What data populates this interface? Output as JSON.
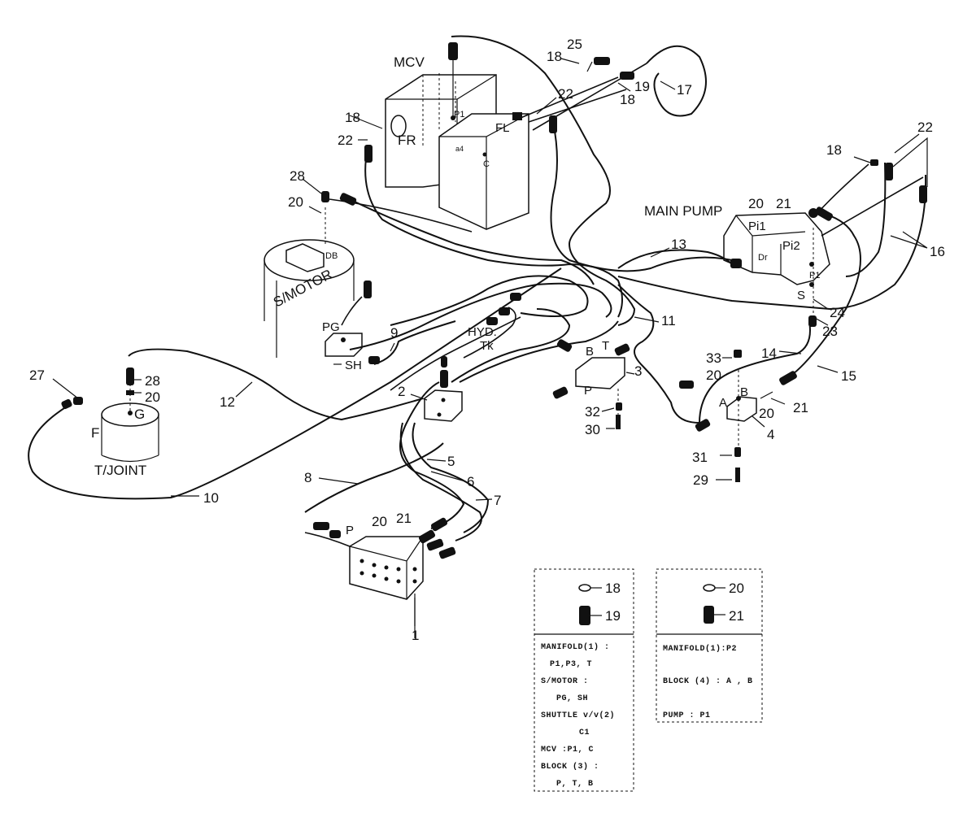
{
  "components": {
    "mcv": "MCV",
    "fr": "FR",
    "fl": "FL",
    "p1_mcv": "P1",
    "c_mcv": "C",
    "a4_mcv": "a4",
    "main_pump": "MAIN PUMP",
    "pi1": "Pi1",
    "pi2": "Pi2",
    "dr": "Dr",
    "p1_pump": "P1",
    "s_pump": "S",
    "s_motor": "S/MOTOR",
    "db": "DB",
    "pg": "PG",
    "sh": "SH",
    "hyd": "HYD.",
    "tk": "Tk",
    "t_joint": "T/JOINT",
    "f_joint": "F",
    "g_joint": "G",
    "block3_b": "B",
    "block3_t": "T",
    "block3_p": "P",
    "block4_a": "A",
    "block4_b": "B",
    "manifold_p": "P"
  },
  "callouts": [
    "1",
    "2",
    "3",
    "4",
    "5",
    "6",
    "7",
    "8",
    "9",
    "10",
    "11",
    "12",
    "13",
    "14",
    "15",
    "16",
    "17",
    "18",
    "18",
    "18",
    "18",
    "19",
    "20",
    "20",
    "20",
    "20",
    "20",
    "20",
    "21",
    "21",
    "21",
    "22",
    "22",
    "22",
    "23",
    "24",
    "25",
    "27",
    "28",
    "28",
    "29",
    "30",
    "31",
    "32",
    "33"
  ],
  "legend": {
    "left": {
      "part_a": "18",
      "part_b": "19",
      "lines": [
        "MANIFOLD(1) :",
        "P1,P3, T",
        "S/MOTOR :",
        "PG, SH",
        "SHUTTLE v/v(2)",
        "C1",
        "MCV :P1, C",
        "BLOCK (3) :",
        "P, T, B"
      ]
    },
    "right": {
      "part_a": "20",
      "part_b": "21",
      "lines": [
        "MANIFOLD(1):P2",
        "BLOCK (4) : A , B",
        "PUMP : P1"
      ]
    }
  }
}
